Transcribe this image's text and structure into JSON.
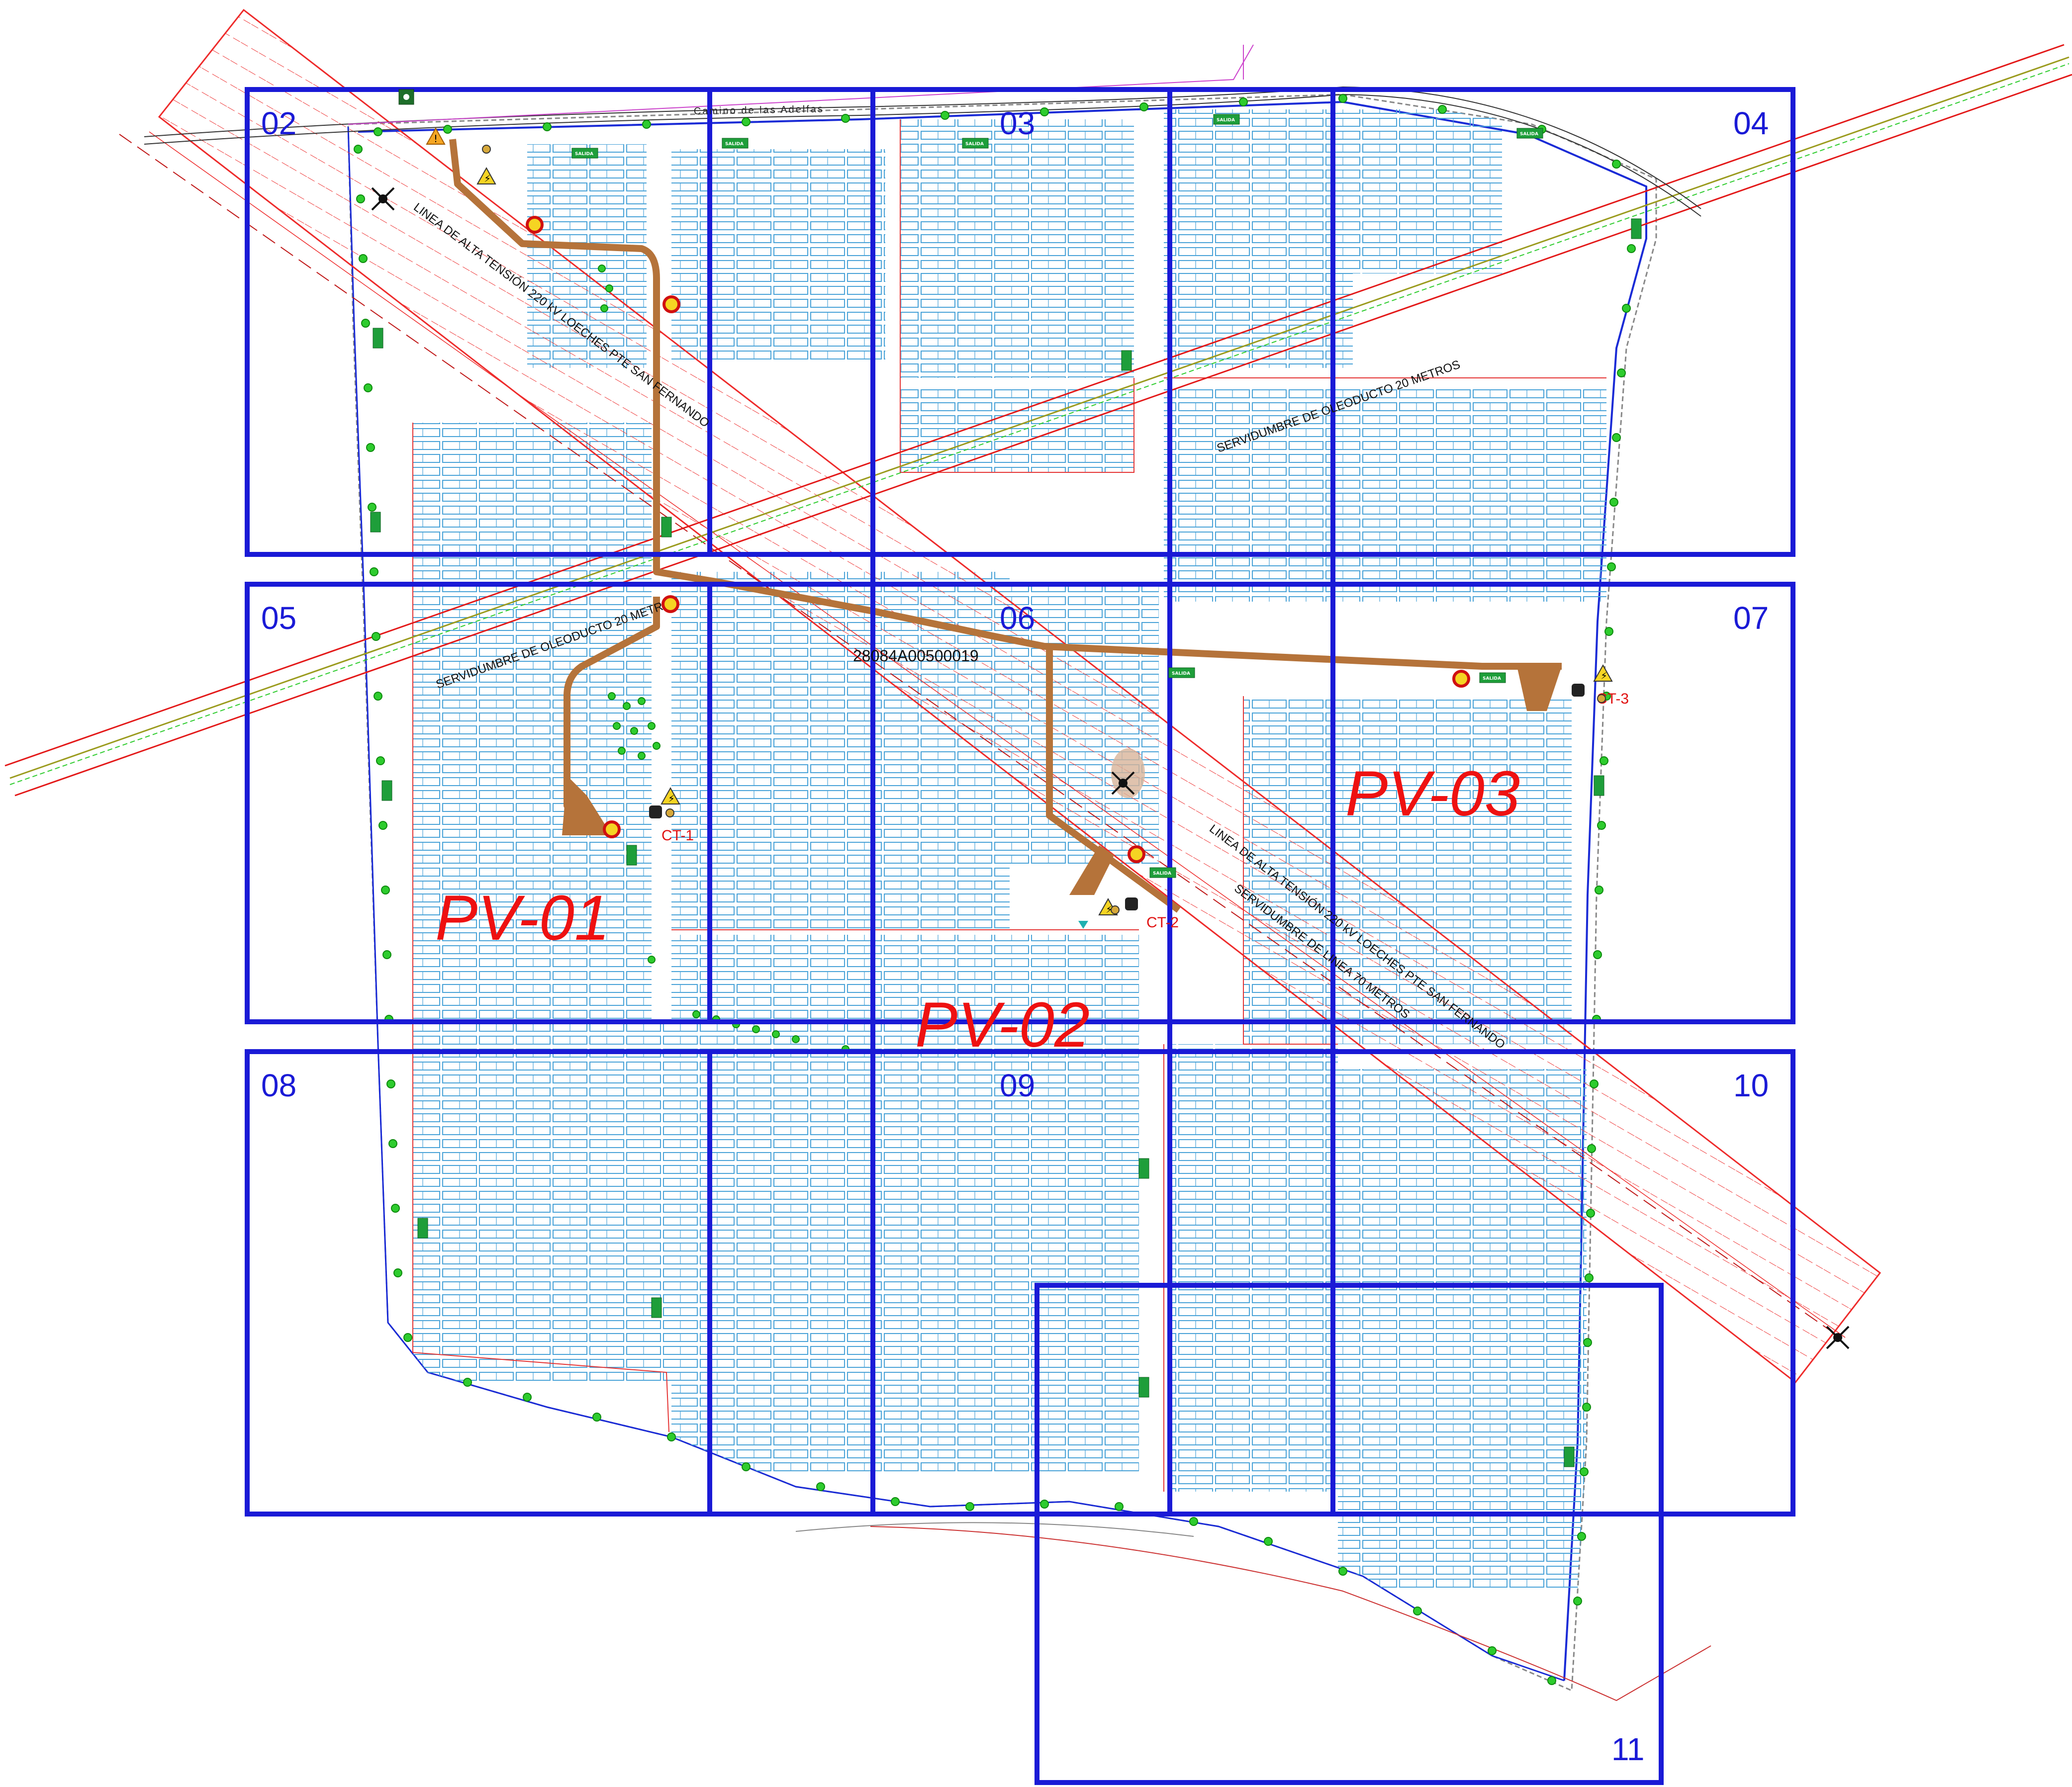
{
  "sheets": [
    "02",
    "03",
    "04",
    "05",
    "06",
    "07",
    "08",
    "09",
    "10",
    "11"
  ],
  "zones": [
    "PV-01",
    "PV-02",
    "PV-03"
  ],
  "transformers": [
    "CT-1",
    "CT-2",
    "CT-3"
  ],
  "road_name": "Camino de las Adelfas",
  "parcel_ref": "28084A00500019",
  "powerline_label": "LINEA DE ALTA TENSIÓN 220 kV LOECHES PTE SAN FERNANDO",
  "powerline_label_2": "LINEA DE ALTA TENSIÓN 220 kV LOECHES PTE SAN FERNANDO",
  "powerline_easement": "SERVIDUMBRE DE LINEA 70 METROS",
  "pipeline_easement": "SERVIDUMBRE DE OLEODUCTO 20 METROS",
  "pipeline_easement_2": "SERVIDUMBRE DE OLEODUCTO 20 METROS",
  "exit_sign": "SALIDA",
  "colors": {
    "grid": "#1a1ad6",
    "zone_label": "#ee1111",
    "panel": "#4aa3d8",
    "boundary": "#e53535",
    "access_road": "#b5733a",
    "vegetation": "#2ecc2e",
    "pipeline": "#9b9b1e"
  },
  "icons": [
    "warning-sign-icon",
    "transformer-icon",
    "no-entry-icon",
    "tower-icon",
    "exit-sign-icon"
  ]
}
